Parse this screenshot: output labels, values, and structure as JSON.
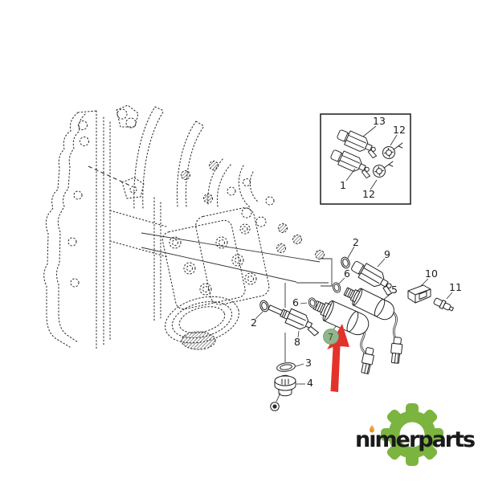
{
  "diagram": {
    "callouts": [
      {
        "id": "c13",
        "text": "13"
      },
      {
        "id": "c12-top",
        "text": "12"
      },
      {
        "id": "c1",
        "text": "1"
      },
      {
        "id": "c12-bottom",
        "text": "12"
      },
      {
        "id": "c2-top",
        "text": "2"
      },
      {
        "id": "c9",
        "text": "9"
      },
      {
        "id": "c6-top",
        "text": "6"
      },
      {
        "id": "c5",
        "text": "5"
      },
      {
        "id": "c10",
        "text": "10"
      },
      {
        "id": "c11",
        "text": "11"
      },
      {
        "id": "c6-left",
        "text": "6"
      },
      {
        "id": "c2-left",
        "text": "2"
      },
      {
        "id": "c8",
        "text": "8"
      },
      {
        "id": "c3",
        "text": "3"
      },
      {
        "id": "c4",
        "text": "4"
      }
    ],
    "highlight": {
      "text": "7",
      "fill": "#92b68c",
      "stroke": "#6f9a6b",
      "text_color": "#31503c"
    },
    "arrow": {
      "color": "#e5312b"
    },
    "line_color": "#2e2e2e"
  },
  "brand": {
    "name": "nimerparts",
    "render": {
      "pre": "n",
      "dotless_i": "ı",
      "post": "merparts"
    },
    "text_color": "#1a1a1a",
    "gear_top": "#7cb440",
    "gear_bottom": "#295519",
    "flame_top": "#f6b43e",
    "flame_bottom": "#e07d18"
  }
}
